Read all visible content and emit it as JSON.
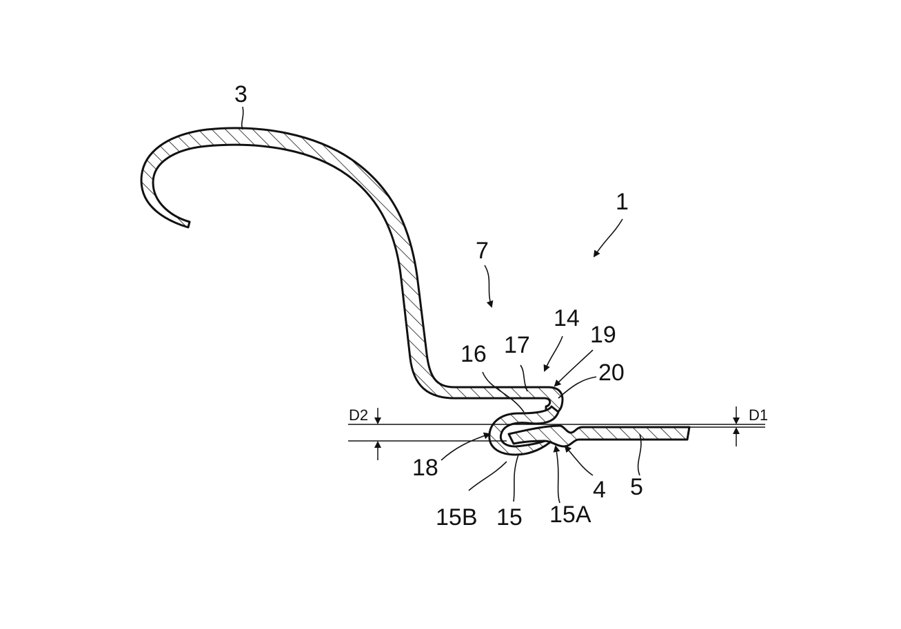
{
  "figure": {
    "labels": {
      "l1": "1",
      "l3": "3",
      "l4": "4",
      "l5": "5",
      "l7": "7",
      "l14": "14",
      "l15": "15",
      "l15A": "15A",
      "l15B": "15B",
      "l16": "16",
      "l17": "17",
      "l18": "18",
      "l19": "19",
      "l20": "20"
    },
    "dimensions": {
      "d1": "D1",
      "d2": "D2"
    }
  }
}
